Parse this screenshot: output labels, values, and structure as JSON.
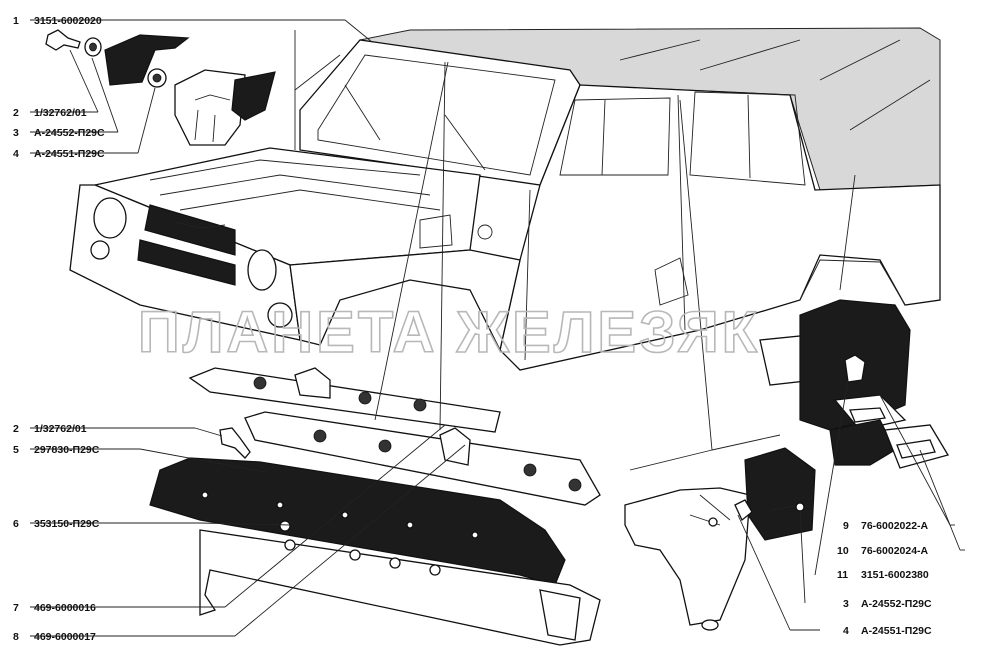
{
  "watermark": "ПЛАНЕТА ЖЕЛЕЗЯК",
  "callouts": [
    {
      "num": "1",
      "code": "3151-6002020"
    },
    {
      "num": "2",
      "code": "1/32762/01"
    },
    {
      "num": "3",
      "code": "А-24552-П29С"
    },
    {
      "num": "4",
      "code": "А-24551-П29С"
    },
    {
      "num": "2",
      "code": "1/32762/01"
    },
    {
      "num": "5",
      "code": "297830-П29С"
    },
    {
      "num": "6",
      "code": "353150-П29С"
    },
    {
      "num": "7",
      "code": "469-6000016"
    },
    {
      "num": "8",
      "code": "469-6000017"
    },
    {
      "num": "9",
      "code": "76-6002022-А"
    },
    {
      "num": "10",
      "code": "76-6002024-А"
    },
    {
      "num": "11",
      "code": "3151-6002380"
    },
    {
      "num": "3",
      "code": "А-24552-П29С"
    },
    {
      "num": "4",
      "code": "А-24551-П29С"
    }
  ]
}
